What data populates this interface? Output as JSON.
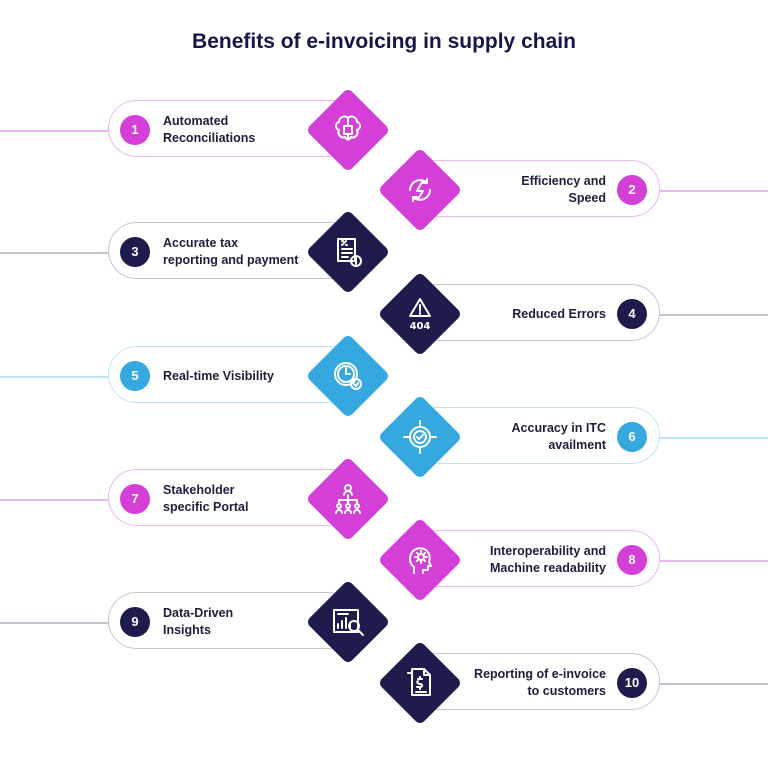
{
  "title": "Benefits of e-invoicing in supply chain",
  "colors": {
    "magenta": "#d43fd8",
    "navy": "#1e1b4d",
    "blue": "#36a8e0",
    "pill_magenta": "#e8b9ec",
    "pill_navy": "#c4c4cf",
    "pill_blue": "#bfe3f5"
  },
  "items": [
    {
      "number": "1",
      "label": [
        "Automated",
        "Reconciliations"
      ],
      "color": "magenta",
      "icon": "brain-chip-icon"
    },
    {
      "number": "2",
      "label": [
        "Efficiency and",
        "Speed"
      ],
      "color": "magenta",
      "icon": "lightning-refresh-icon"
    },
    {
      "number": "3",
      "label": [
        "Accurate tax",
        "reporting and payment"
      ],
      "color": "navy",
      "icon": "tax-receipt-icon"
    },
    {
      "number": "4",
      "label": [
        "Reduced Errors"
      ],
      "color": "navy",
      "icon": "warning-404-icon",
      "icon_text": "404"
    },
    {
      "number": "5",
      "label": [
        "Real-time Visibility"
      ],
      "color": "blue",
      "icon": "clock-icon"
    },
    {
      "number": "6",
      "label": [
        "Accuracy in ITC",
        "availment"
      ],
      "color": "blue",
      "icon": "target-check-icon"
    },
    {
      "number": "7",
      "label": [
        "Stakeholder",
        "specific Portal"
      ],
      "color": "magenta",
      "icon": "network-people-icon"
    },
    {
      "number": "8",
      "label": [
        "Interoperability and",
        "Machine readability"
      ],
      "color": "magenta",
      "icon": "head-gear-icon"
    },
    {
      "number": "9",
      "label": [
        "Data-Driven",
        "Insights"
      ],
      "color": "navy",
      "icon": "chart-magnifier-icon"
    },
    {
      "number": "10",
      "label": [
        "Reporting of e-invoice",
        "to customers"
      ],
      "color": "navy",
      "icon": "invoice-dollar-icon"
    }
  ]
}
